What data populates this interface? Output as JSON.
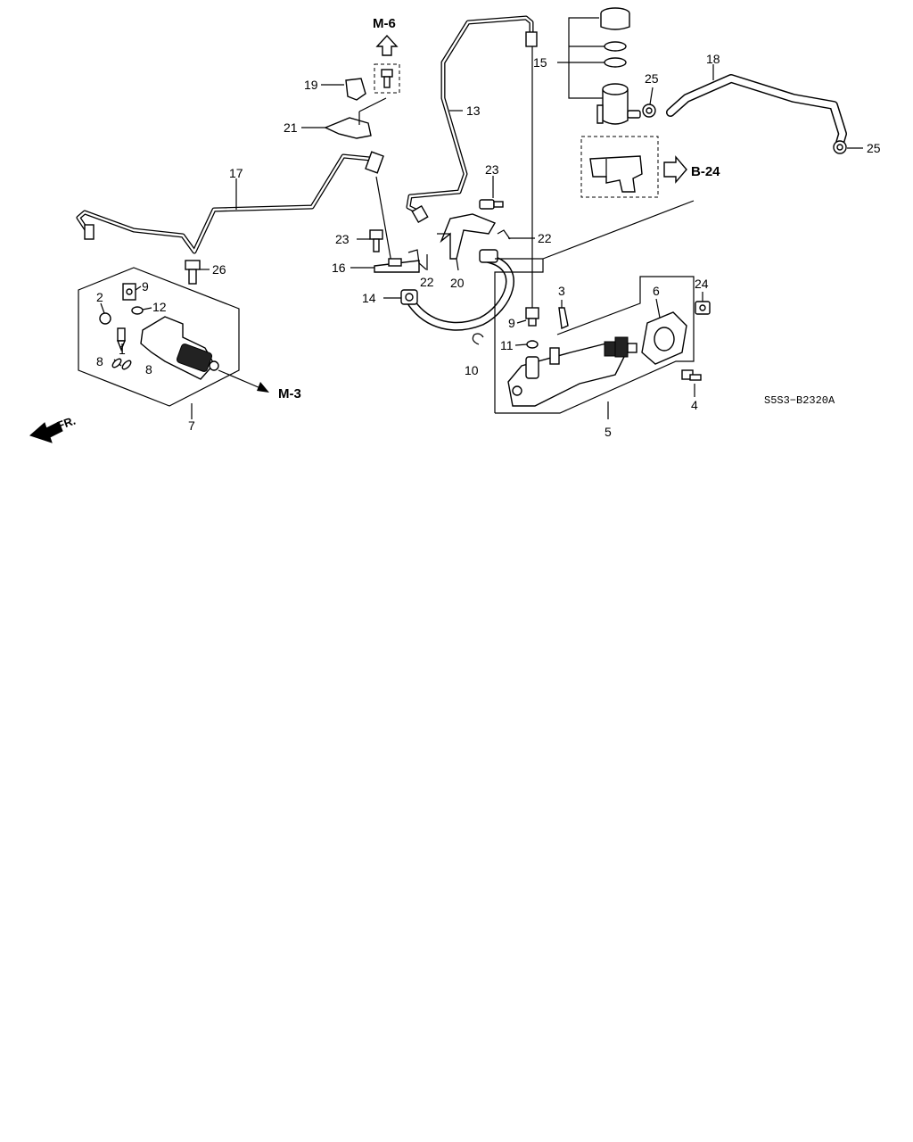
{
  "diagram_code": "S5S3−B2320A",
  "front_label": "FR.",
  "refs": {
    "m6": "M-6",
    "m3": "M-3",
    "b24": "B-24"
  },
  "labels": {
    "p1": "1",
    "p2": "2",
    "p3": "3",
    "p4": "4",
    "p5": "5",
    "p6": "6",
    "p7": "7",
    "p8a": "8",
    "p8b": "8",
    "p9a": "9",
    "p9b": "9",
    "p10": "10",
    "p11": "11",
    "p12": "12",
    "p13": "13",
    "p14": "14",
    "p15": "15",
    "p16": "16",
    "p17": "17",
    "p18": "18",
    "p19": "19",
    "p20": "20",
    "p21": "21",
    "p22a": "22",
    "p22b": "22",
    "p23a": "23",
    "p23b": "23",
    "p24": "24",
    "p25a": "25",
    "p25b": "25",
    "p26": "26"
  }
}
